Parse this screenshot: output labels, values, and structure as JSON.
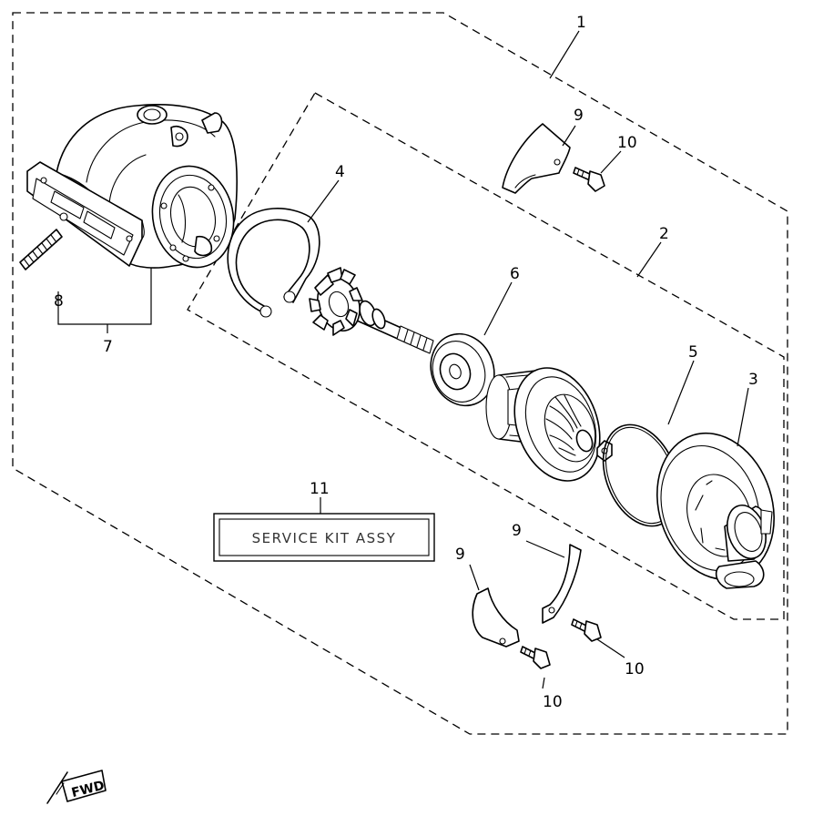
{
  "callouts": {
    "c1": "1",
    "c2": "2",
    "c3": "3",
    "c4": "4",
    "c5": "5",
    "c6": "6",
    "c7": "7",
    "c8": "8",
    "c9a": "9",
    "c9b": "9",
    "c9c": "9",
    "c10a": "10",
    "c10b": "10",
    "c10c": "10",
    "c11": "11"
  },
  "service_kit": {
    "label": "SERVICE KIT ASSY"
  },
  "fwd_mark": {
    "label": "FWD"
  }
}
